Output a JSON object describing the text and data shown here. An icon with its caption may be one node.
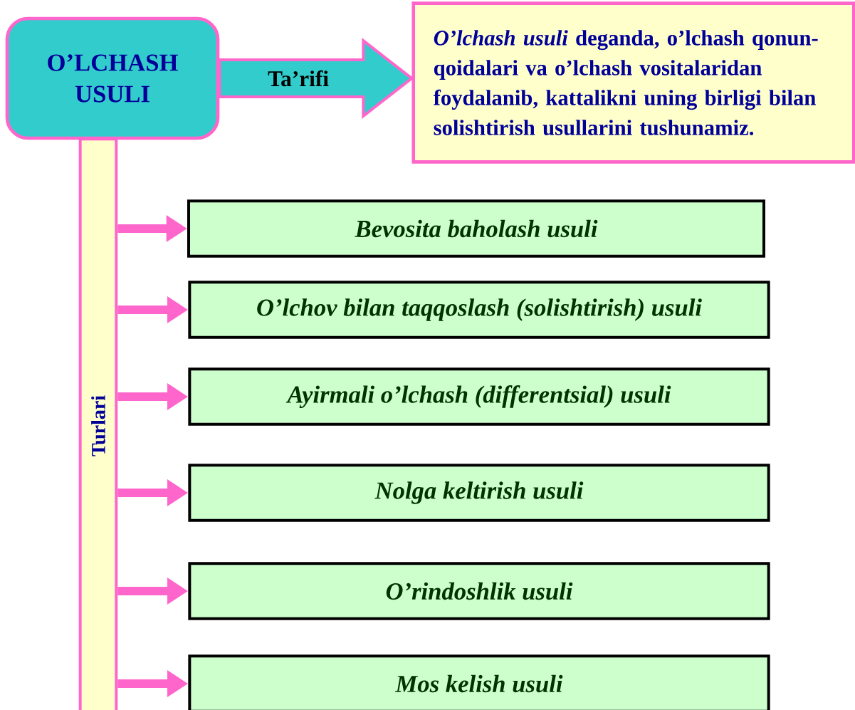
{
  "diagram": {
    "nodes": [
      {
        "text": [
          "O’LCHASH USULI"
        ]
      },
      {
        "text": [
          "*O’lchash usuli* deganda, o’lchash qonun-qoidalari va o’lchash vositalaridan foydalanib, kattalikni uning birligi bilan solishtirish usullarini tushunamiz."
        ]
      },
      {
        "text": [
          "Turlari"
        ]
      },
      {
        "text": [
          "Bevosita baholash usuli"
        ]
      },
      {
        "text": [
          "O’lchov bilan taqqoslash (solishtirish) usuli"
        ]
      },
      {
        "text": [
          "Ayirmali o’lchash (differentsial) usuli"
        ]
      },
      {
        "text": [
          "Nolga keltirish usuli"
        ]
      },
      {
        "text": [
          "O’rindoshlik usuli"
        ]
      },
      {
        "text": [
          "Mos kelish usuli"
        ]
      }
    ],
    "edges": [
      {
        "from": 0,
        "to": 1,
        "arrow": "to",
        "label": "Ta’rifi",
        "style": "thick",
        "color": "#33cccc"
      },
      {
        "from": 2,
        "to": 3,
        "arrow": "to"
      },
      {
        "from": 2,
        "to": 4,
        "arrow": "to"
      },
      {
        "from": 2,
        "to": 5,
        "arrow": "to"
      },
      {
        "from": 2,
        "to": 6,
        "arrow": "to"
      },
      {
        "from": 2,
        "to": 7,
        "arrow": "to"
      },
      {
        "from": 2,
        "to": 8,
        "arrow": "to"
      }
    ]
  }
}
